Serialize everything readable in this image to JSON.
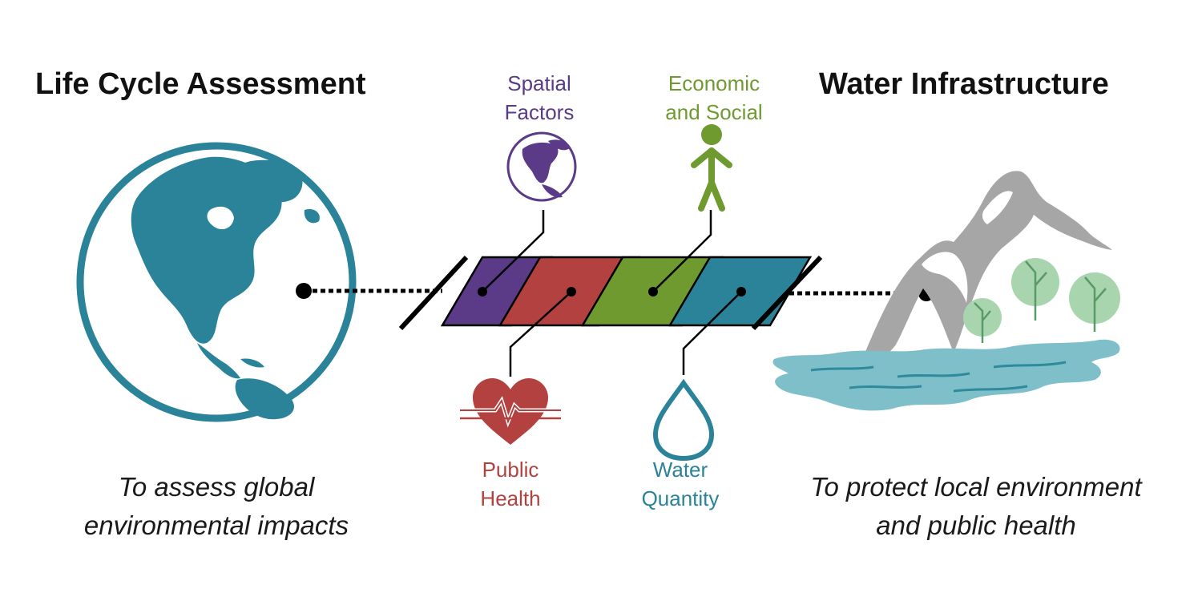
{
  "left": {
    "title": "Life Cycle Assessment",
    "caption_line1": "To assess global",
    "caption_line2": "environmental impacts",
    "color": "#2a8399"
  },
  "right": {
    "title": "Water Infrastructure",
    "caption_line1": "To protect local environment",
    "caption_line2": "and public health",
    "mountain_color": "#a6a6a6",
    "water_color": "#7fbfca",
    "tree_color": "#a8d5ae"
  },
  "factors": {
    "spatial": {
      "line1": "Spatial",
      "line2": "Factors",
      "color": "#5b3a87",
      "icon": "globe-icon"
    },
    "public_health": {
      "line1": "Public",
      "line2": "Health",
      "color": "#b3413f",
      "icon": "heart-pulse-icon"
    },
    "economic_social": {
      "line1": "Economic",
      "line2": "and Social",
      "color": "#6f9a2f",
      "icon": "person-icon"
    },
    "water_quantity": {
      "line1": "Water",
      "line2": "Quantity",
      "color": "#2a8399",
      "icon": "water-drop-icon"
    }
  }
}
